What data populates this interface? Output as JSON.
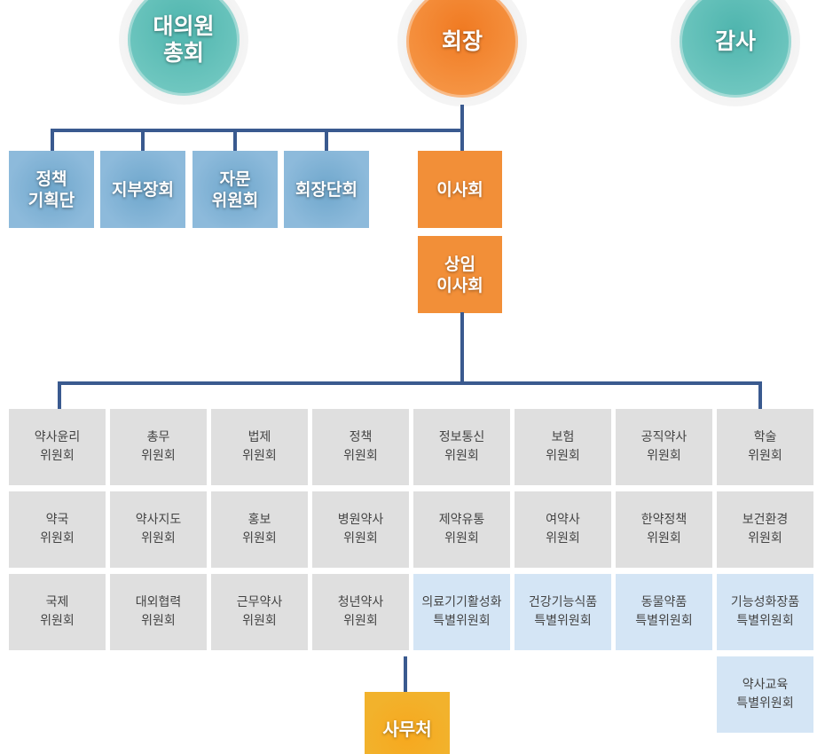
{
  "top_circles": [
    {
      "label": "대의원\n총회",
      "color": "teal"
    },
    {
      "label": "회장",
      "color": "orange"
    },
    {
      "label": "감사",
      "color": "teal"
    }
  ],
  "advisory_units": [
    "정책\n기획단",
    "지부장회",
    "자문\n위원회",
    "회장단회"
  ],
  "board": "이사회",
  "standing_board": "상임\n이사회",
  "committees": [
    [
      "약사윤리\n위원회",
      "총무\n위원회",
      "법제\n위원회",
      "정책\n위원회",
      "정보통신\n위원회",
      "보험\n위원회",
      "공직약사\n위원회",
      "학술\n위원회"
    ],
    [
      "약국\n위원회",
      "약사지도\n위원회",
      "홍보\n위원회",
      "병원약사\n위원회",
      "제약유통\n위원회",
      "여약사\n위원회",
      "한약정책\n위원회",
      "보건환경\n위원회"
    ],
    [
      "국제\n위원회",
      "대외협력\n위원회",
      "근무약사\n위원회",
      "청년약사\n위원회",
      "의료기기활성화\n특별위원회",
      "건강기능식품\n특별위원회",
      "동물약품\n특별위원회",
      "기능성화장품\n특별위원회"
    ]
  ],
  "extra_committee": "약사교육\n특별위원회",
  "secretariat": "사무처",
  "colors": {
    "line": "#3a5a8f",
    "teal": "#6ec6bf",
    "orange": "#f59342",
    "blue_box": "#8dbadb",
    "gray_cell": "#dfdfdf",
    "special_cell": "#d4e5f5",
    "secretariat": "#f2b22c"
  }
}
